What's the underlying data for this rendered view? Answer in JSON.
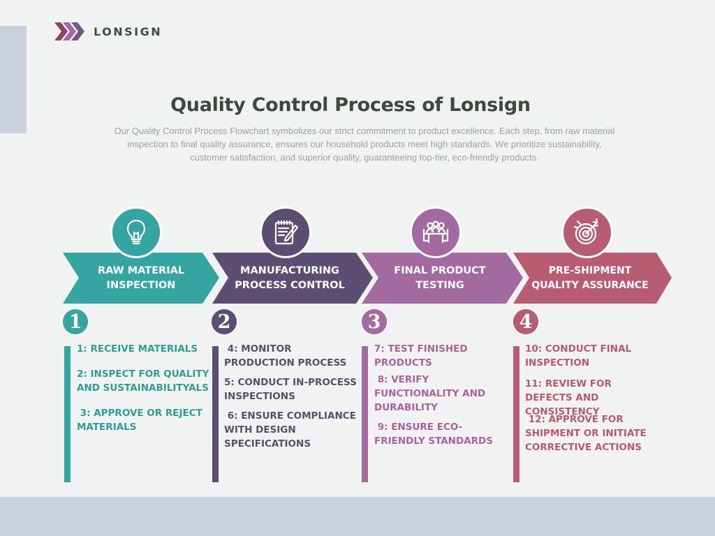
{
  "brand": {
    "name": "LONSIGN"
  },
  "title": "Quality Control Process of Lonsign",
  "subtitle": "Our Quality Control Process Flowchart symbolizes our strict commitment to product excellence. Each step, from raw material inspection to final quality assurance, ensures our household products meet high standards. We prioritize sustainability, customer satisfaction, and superior quality, guaranteeing top-tier, eco-friendly products.",
  "colors": {
    "teal": "#35a5a2",
    "purple": "#5b4e72",
    "mauve": "#a36a9f",
    "rose": "#b85c74",
    "text_teal": "#2f9c9a",
    "text_purple": "#55506a",
    "text_mauve": "#a8639d",
    "text_rose": "#b85a6f"
  },
  "stages": [
    {
      "number": "1",
      "label": "RAW MATERIAL INSPECTION",
      "icon": "lightbulb-icon",
      "steps": [
        "1: RECEIVE MATERIALS",
        "2: INSPECT FOR QUALITY AND SUSTAINABILITYALS",
        " 3: APPROVE OR REJECT MATERIALS"
      ]
    },
    {
      "number": "2",
      "label": "MANUFACTURING PROCESS CONTROL",
      "icon": "clipboard-pencil-icon",
      "steps": [
        " 4: MONITOR PRODUCTION PROCESS",
        "5: CONDUCT IN-PROCESS INSPECTIONS",
        " 6: ENSURE COMPLIANCE WITH DESIGN SPECIFICATIONS"
      ]
    },
    {
      "number": "3",
      "label": "FINAL PRODUCT TESTING",
      "icon": "meeting-table-icon",
      "steps": [
        "7: TEST FINISHED PRODUCTS",
        " 8: VERIFY FUNCTIONALITY AND DURABILITY",
        " 9: ENSURE ECO-FRIENDLY STANDARDS"
      ]
    },
    {
      "number": "4",
      "label": "PRE-SHIPMENT QUALITY ASSURANCE",
      "icon": "target-arrow-icon",
      "steps": [
        "10: CONDUCT FINAL INSPECTION",
        "11: REVIEW FOR DEFECTS AND CONSISTENCY",
        " 12: APPROVE FOR SHIPMENT OR INITIATE CORRECTIVE ACTIONS"
      ]
    }
  ]
}
